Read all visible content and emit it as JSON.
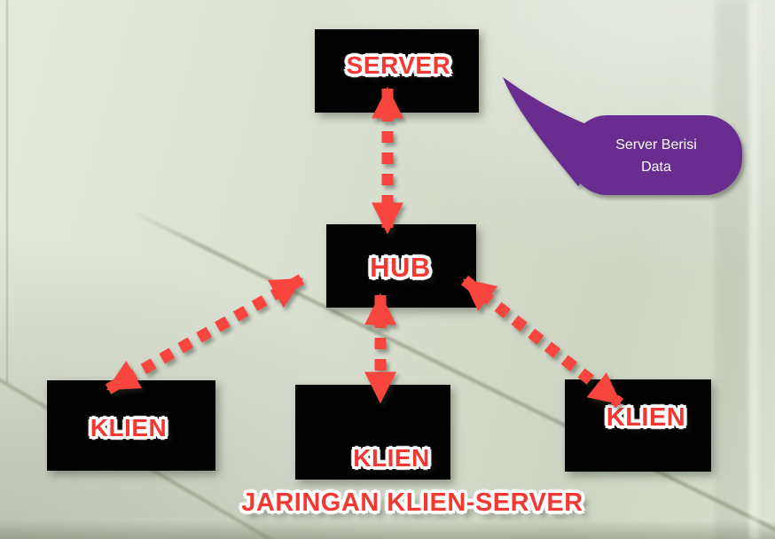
{
  "title": {
    "label": "JARINGAN KLIEN-SERVER"
  },
  "nodes": {
    "server": {
      "label": "SERVER"
    },
    "hub": {
      "label": "HUB"
    },
    "klien_left": {
      "label": "KLIEN"
    },
    "klien_center": {
      "label": "KLIEN"
    },
    "klien_right": {
      "label": "KLIEN"
    }
  },
  "callout": {
    "line1": "Server Berisi",
    "line2": "Data",
    "points_to": "server"
  },
  "connections": [
    {
      "from": "server",
      "to": "hub",
      "style": "dashed",
      "arrows": "both"
    },
    {
      "from": "hub",
      "to": "klien_left",
      "style": "dashed",
      "arrows": "both"
    },
    {
      "from": "hub",
      "to": "klien_center",
      "style": "dashed",
      "arrows": "both"
    },
    {
      "from": "hub",
      "to": "klien_right",
      "style": "dashed",
      "arrows": "both"
    }
  ],
  "colors": {
    "background": "#d9dfd0",
    "node_bg": "#020202",
    "node_text": "#f23833",
    "text_outline": "#ffffff",
    "arrow": "#f8453e",
    "callout_bg": "#682d8f",
    "callout_text": "#ffffff"
  }
}
